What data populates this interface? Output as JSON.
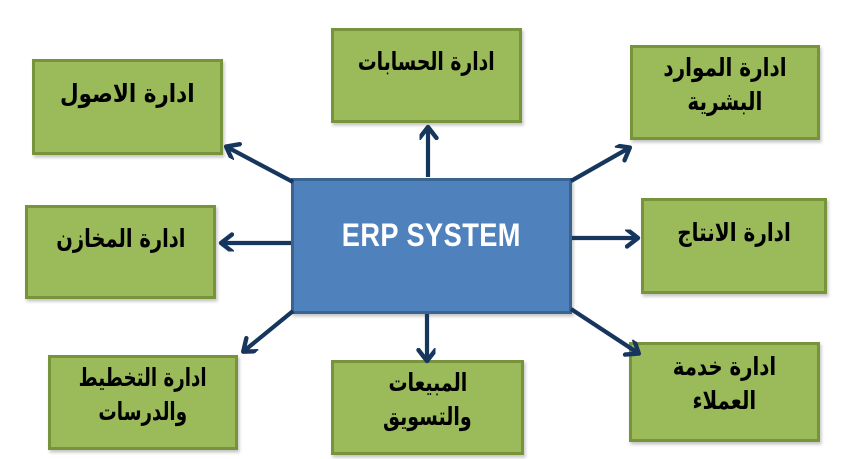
{
  "diagram": {
    "type": "hub-and-spoke",
    "center": {
      "id": "erp-system",
      "label": "ERP SYSTEM"
    },
    "nodes": [
      {
        "id": "assets",
        "line1": "ادارة الاصول",
        "line2": ""
      },
      {
        "id": "accounts",
        "line1": "ادارة الحسابات",
        "line2": ""
      },
      {
        "id": "human-resources",
        "line1": "ادارة الموارد",
        "line2": "البشرية"
      },
      {
        "id": "warehouses",
        "line1": "ادارة المخازن",
        "line2": ""
      },
      {
        "id": "production",
        "line1": "ادارة الانتاج",
        "line2": ""
      },
      {
        "id": "planning-studies",
        "line1": "ادارة التخطيط",
        "line2": "والدرسات"
      },
      {
        "id": "sales-marketing",
        "line1": "المبيعات",
        "line2": "والتسويق"
      },
      {
        "id": "customer-service",
        "line1": "ادارة خدمة",
        "line2": "العملاء"
      }
    ],
    "colors": {
      "node_fill": "#9bba59",
      "node_border": "#77933c",
      "center_fill": "#4f81bd",
      "center_border": "#38648f",
      "arrow": "#17365d",
      "node_text": "#000000",
      "center_text": "#ffffff",
      "background": "#ffffff"
    }
  }
}
